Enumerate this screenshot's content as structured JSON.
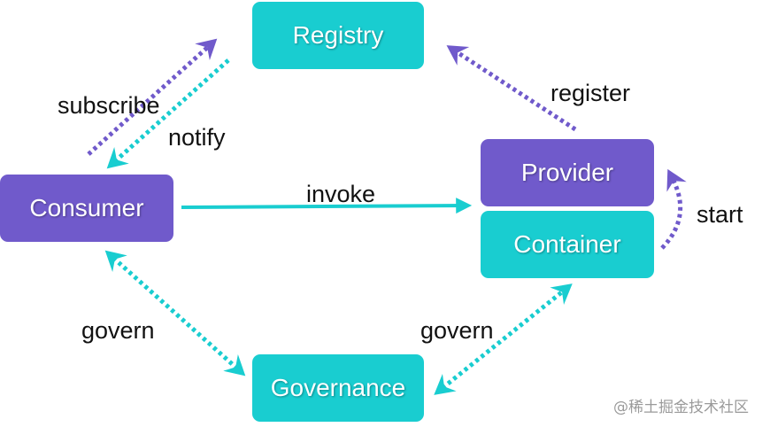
{
  "colors": {
    "teal": "#19cdd0",
    "purple": "#705acb",
    "text": "#111111"
  },
  "nodes": {
    "registry": "Registry",
    "consumer": "Consumer",
    "provider": "Provider",
    "container": "Container",
    "governance": "Governance"
  },
  "edges": {
    "subscribe": "subscribe",
    "notify": "notify",
    "register": "register",
    "invoke": "invoke",
    "start": "start",
    "govern_left": "govern",
    "govern_right": "govern"
  },
  "watermark": "@稀土掘金技术社区"
}
